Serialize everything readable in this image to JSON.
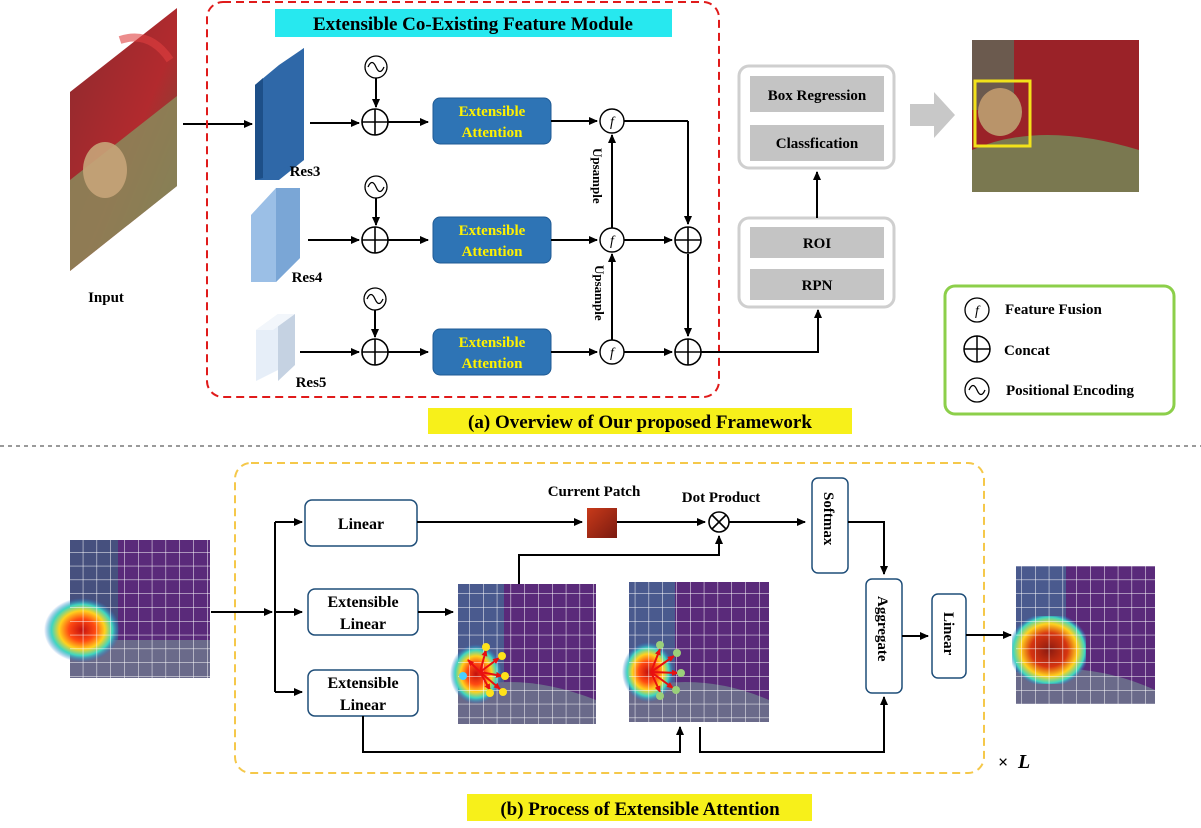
{
  "module_title": "Extensible Co-Existing Feature Module",
  "input_label": "Input",
  "backbone": [
    "Res3",
    "Res4",
    "Res5"
  ],
  "attention_block_label": [
    "Extensible",
    "Attention"
  ],
  "upsample_label": "Upsample",
  "head": {
    "box_regression": "Box Regression",
    "classification": "Classfication",
    "roi": "ROI",
    "rpn": "RPN"
  },
  "legend": {
    "fusion_symbol": "f",
    "items": [
      "Feature Fusion",
      "Concat",
      "Positional Encoding"
    ]
  },
  "caption_a": "(a) Overview of Our proposed Framework",
  "process": {
    "linear": "Linear",
    "ext_linear": [
      "Extensible",
      "Linear"
    ],
    "current_patch": "Current Patch",
    "dot_product": "Dot Product",
    "softmax": "Softmax",
    "aggregate": "Aggregate",
    "linear_out": "Linear",
    "repeat_x": "×",
    "repeat_L": "L"
  },
  "caption_b": "(b) Process of Extensible Attention",
  "colors": {
    "red_dash": "#e01b1b",
    "yellow_dash": "#f5c84a",
    "legend_border": "#8ccf4a",
    "title_bg": "#27e8ef",
    "caption_bg": "#f7f01a",
    "attn_fill": "#2e74b5",
    "attn_text": "#fff200",
    "head_box": "#c4c4c4",
    "head_border": "#cfcfcf",
    "grid_purple": "#4b1b6b"
  }
}
